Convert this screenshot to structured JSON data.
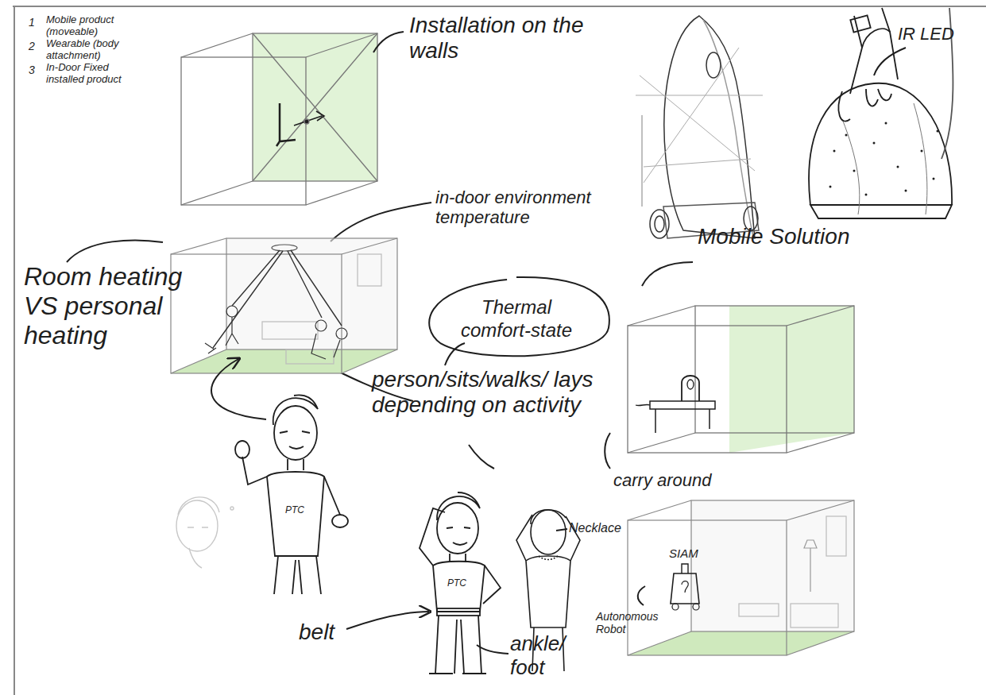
{
  "diagram": {
    "nodes": [
      {
        "text": [
          "Thermal comfort-state"
        ]
      }
    ],
    "labels": [
      "1",
      "Mobile product (moveable)",
      "2",
      "Wearable (body attachment)",
      "3",
      "In-Door Fixed installed product",
      "Installation on the walls",
      "IR LED",
      "in-door environment temperature",
      "Mobile Solution",
      "Room heating VS personal heating",
      "person/sits/walks/ lays depending on activity",
      "carry around",
      "PTC",
      "PTC",
      "Necklace",
      "SIAM",
      "Autonomous Robot",
      "belt",
      "ankle/ foot"
    ]
  }
}
